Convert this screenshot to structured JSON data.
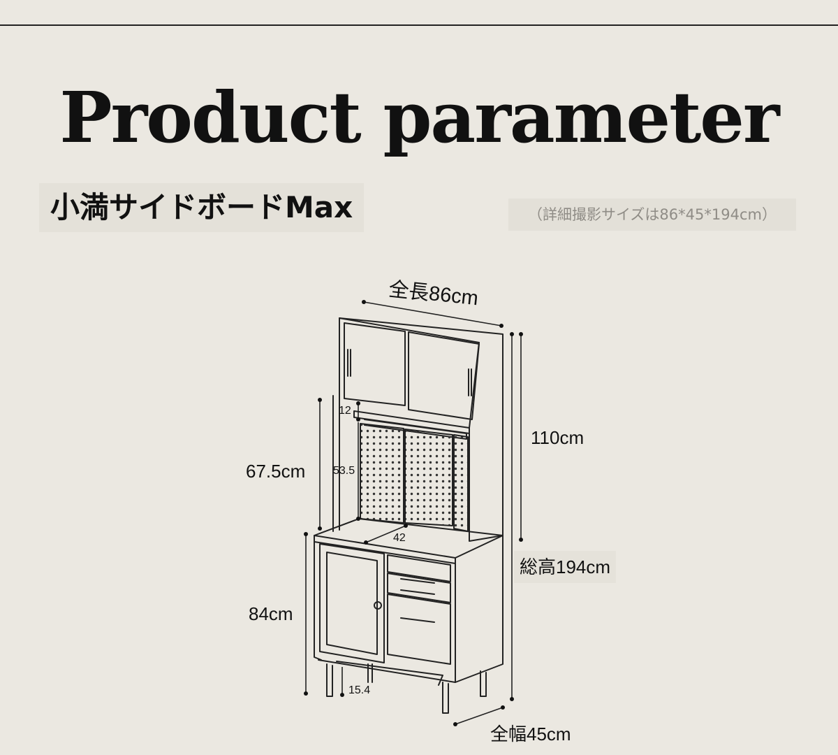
{
  "header": {
    "title": "Product parameter",
    "product_name": "小満サイドボードMax",
    "note": "（詳細撮影サイズは86*45*194cm）"
  },
  "dimensions": {
    "total_length": "全長86cm",
    "total_width": "全幅45cm",
    "total_height": "総高194cm",
    "upper_height": "110cm",
    "middle_height": "67.5cm",
    "lower_height": "84cm",
    "shelf_gap": "12",
    "pegboard_height": "53.5",
    "counter_depth": "42",
    "leg_height": "15.4"
  },
  "colors": {
    "background": "#ebe8e1",
    "line": "#222222",
    "label_bg": "#e5e2da"
  }
}
